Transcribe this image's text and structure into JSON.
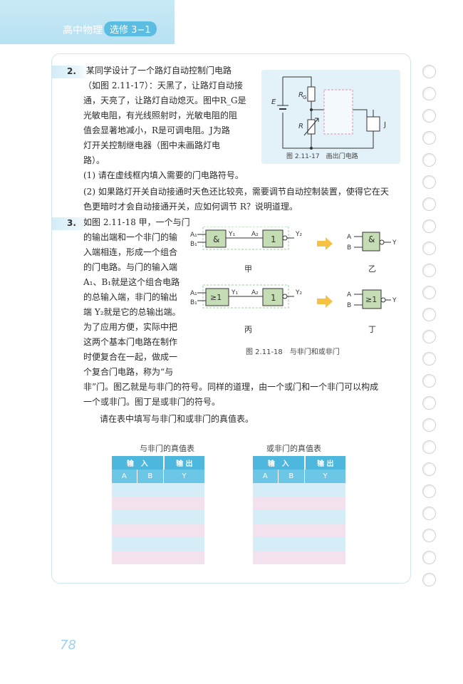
{
  "header": {
    "subject": "高中物理",
    "volume": "选修 3−1"
  },
  "q2": {
    "number": "2.",
    "lines": [
      "某同学设计了一个路灯自动控制门电路",
      "（如图 2.11-17）：天黑了，让路灯自动接",
      "通，天亮了，让路灯自动熄灭。图中R_G是",
      "光敏电阻，有光线照射时，光敏电阻的阻",
      "值会显著地减小，R是可调电阻。J为路",
      "灯开关控制继电器（图中未画路灯电",
      "路）。"
    ],
    "part1": "(1) 请在虚线框内填入需要的门电路符号。",
    "part2_line1": "(2) 如果路灯开关自动接通时天色还比较亮，需要调节自动控制装置，使得它在天",
    "part2_line2": "色更暗时才会自动接通开关，应如何调节 R？说明道理。",
    "figure": {
      "caption": "图 2.11-17　画出门电路",
      "label_E": "E",
      "label_RG": "R",
      "label_RG_sub": "G",
      "label_R": "R",
      "label_J": "J"
    }
  },
  "q3": {
    "number": "3.",
    "left_lines": [
      "如图 2.11-18 甲，一个与门",
      "的输出端和一个非门的输",
      "入端相连，形成一个组合",
      "的门电路。与门的输入端",
      "A₁、B₁就是这个组合电路",
      "的总输入端，非门的输出",
      "端 Y₂就是它的总输出端。",
      "为了应用方便，实际中把",
      "这两个基本门电路在制作",
      "时便复合在一起，做成一",
      "个复合门电路，称为“与"
    ],
    "full_line1": "非”门。图乙就是与非门的符号。同样的道理，由一个或门和一个非门可以构成",
    "full_line2": "一个或非门。图丁是或非门的符号。",
    "instruction": "请在表中填写与非门和或非门的真值表。",
    "figure": {
      "caption": "图 2.11-18　与非门和或非门",
      "panel_labels": [
        "甲",
        "乙",
        "丙",
        "丁"
      ],
      "gate_and": "&",
      "gate_not": "1",
      "gate_or": "≥1",
      "A1": "A₁",
      "B1": "B₁",
      "Y1": "Y₁",
      "A2": "A₂",
      "Y2": "Y₂",
      "A": "A",
      "B": "B",
      "Y": "Y"
    }
  },
  "tables": [
    {
      "title": "与非门的真值表",
      "header_input": "输　入",
      "header_output": "输 出",
      "columns": [
        "A",
        "B",
        "Y"
      ],
      "rows": 6
    },
    {
      "title": "或非门的真值表",
      "header_input": "输　入",
      "header_output": "输 出",
      "columns": [
        "A",
        "B",
        "Y"
      ],
      "rows": 6
    }
  ],
  "page_number": "78",
  "colors": {
    "accent": "#5cbde2",
    "arrow": "#f6c243",
    "gate_fill": "#c5ddb4"
  }
}
